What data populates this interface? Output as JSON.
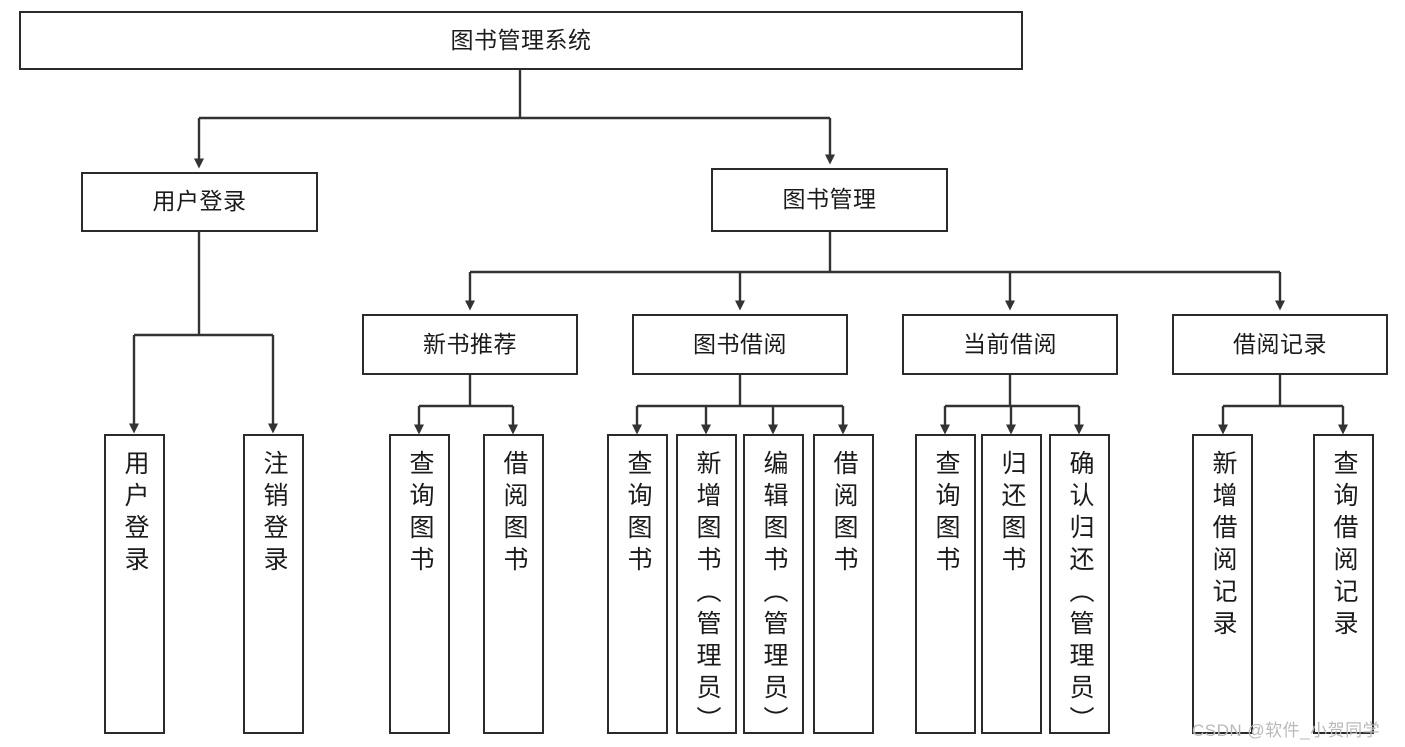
{
  "diagram": {
    "title": "图书管理系统",
    "type": "function-structure-tree",
    "colors": {
      "box_border": "#2b2b2b",
      "box_fill": "#ffffff",
      "connector": "#333333",
      "text": "#1b1b1b",
      "watermark": "#b9b9b9",
      "background": "#ffffff"
    },
    "nodes": {
      "root": {
        "label": "图书管理系统"
      },
      "level2": [
        {
          "id": "user-login",
          "label": "用户登录"
        },
        {
          "id": "book-manage",
          "label": "图书管理"
        }
      ],
      "level3": [
        {
          "id": "new-book-rec",
          "label": "新书推荐"
        },
        {
          "id": "book-borrow",
          "label": "图书借阅"
        },
        {
          "id": "current-borrow",
          "label": "当前借阅"
        },
        {
          "id": "borrow-record",
          "label": "借阅记录"
        }
      ],
      "leaves": {
        "user_login": [
          {
            "id": "leaf-user-login",
            "label": "用户登录"
          },
          {
            "id": "leaf-logout",
            "label": "注销登录"
          }
        ],
        "new_book_rec": [
          {
            "id": "leaf-query-book-1",
            "label": "查询图书"
          },
          {
            "id": "leaf-borrow-book-1",
            "label": "借阅图书"
          }
        ],
        "book_borrow": [
          {
            "id": "leaf-query-book-2",
            "label": "查询图书"
          },
          {
            "id": "leaf-add-book",
            "label": "新增图书（管理员）"
          },
          {
            "id": "leaf-edit-book",
            "label": "编辑图书（管理员）"
          },
          {
            "id": "leaf-borrow-book-2",
            "label": "借阅图书"
          }
        ],
        "current_borrow": [
          {
            "id": "leaf-query-book-3",
            "label": "查询图书"
          },
          {
            "id": "leaf-return-book",
            "label": "归还图书"
          },
          {
            "id": "leaf-confirm-return",
            "label": "确认归还（管理员）"
          }
        ],
        "borrow_record": [
          {
            "id": "leaf-add-record",
            "label": "新增借阅记录"
          },
          {
            "id": "leaf-query-record",
            "label": "查询借阅记录"
          }
        ]
      }
    },
    "watermark": "CSDN @软件_小贺同学"
  }
}
